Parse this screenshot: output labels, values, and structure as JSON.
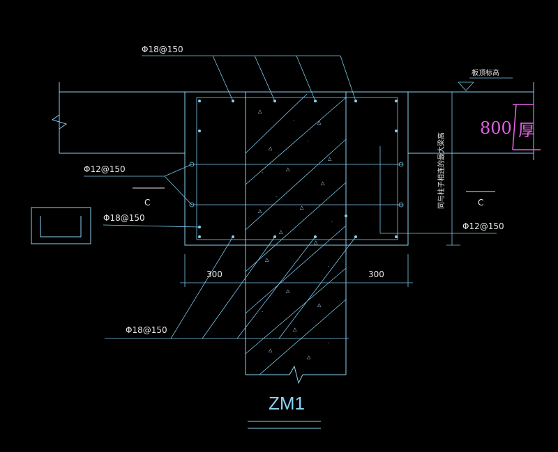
{
  "drawing": {
    "title": "ZM1",
    "labels": {
      "rebar_top": "Φ18@150",
      "rebar_left_mid": "Φ12@150",
      "rebar_left_low": "Φ18@150",
      "rebar_bottom": "Φ18@150",
      "rebar_right": "Φ12@150",
      "section_left": "C",
      "section_right": "C",
      "dim_left": "300",
      "dim_right": "300",
      "slab_elev": "板顶标高",
      "beam_note": "同与柱子相连的最大梁高"
    },
    "markup": {
      "value": "800",
      "char": "厚"
    }
  }
}
